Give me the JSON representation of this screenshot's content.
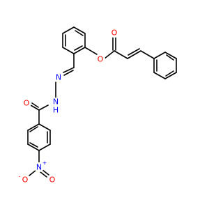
{
  "molecule": {
    "colors": {
      "bond": "#000000",
      "oxygen": "#ff0000",
      "nitrogen": "#0000ff",
      "background": "#ffffff"
    },
    "atoms": {
      "ester_carbonyl_o": {
        "symbol": "O",
        "element": "oxygen"
      },
      "ester_o": {
        "symbol": "O",
        "element": "oxygen"
      },
      "imine_n": {
        "symbol": "N",
        "element": "nitrogen"
      },
      "amide_nh": {
        "symbol": "N",
        "hydrogen": "H",
        "element": "nitrogen"
      },
      "amide_o": {
        "symbol": "O",
        "element": "oxygen"
      },
      "nitro_n": {
        "symbol": "N",
        "charge": "+",
        "element": "nitrogen"
      },
      "nitro_o_minus": {
        "symbol": "O",
        "charge": "-",
        "element": "oxygen"
      },
      "nitro_o": {
        "symbol": "O",
        "element": "oxygen"
      }
    }
  }
}
